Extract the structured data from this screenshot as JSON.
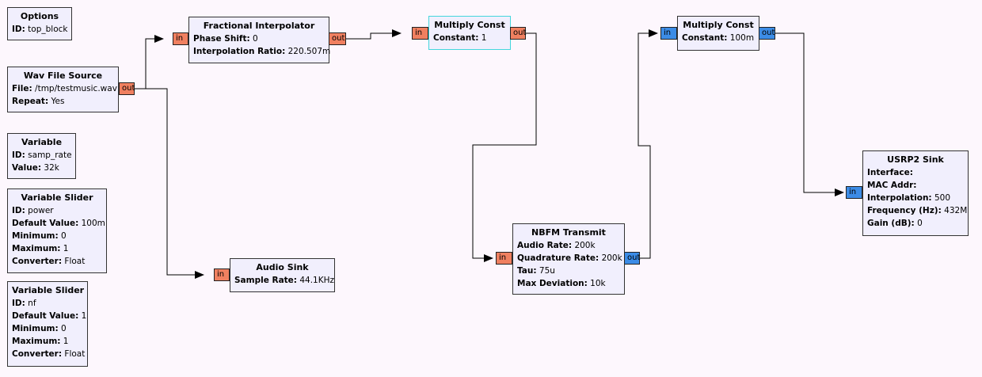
{
  "colors": {
    "canvas_bg": "#fdf7fd",
    "block_bg": "#f1effd",
    "selected_border": "#44d6dc",
    "port_complex": "#f08060",
    "port_float": "#3c8ce6",
    "wire": "#000000"
  },
  "blocks": {
    "options": {
      "title": "Options",
      "params": [
        {
          "k": "ID:",
          "v": " top_block"
        }
      ]
    },
    "wav": {
      "title": "Wav File Source",
      "params": [
        {
          "k": "File:",
          "v": " /tmp/testmusic.wav"
        },
        {
          "k": "Repeat:",
          "v": " Yes"
        }
      ]
    },
    "variable": {
      "title": "Variable",
      "params": [
        {
          "k": "ID:",
          "v": " samp_rate"
        },
        {
          "k": "Value:",
          "v": " 32k"
        }
      ]
    },
    "slider_power": {
      "title": "Variable Slider",
      "params": [
        {
          "k": "ID:",
          "v": " power"
        },
        {
          "k": "Default Value:",
          "v": " 100m"
        },
        {
          "k": "Minimum:",
          "v": " 0"
        },
        {
          "k": "Maximum:",
          "v": " 1"
        },
        {
          "k": "Converter:",
          "v": " Float"
        }
      ]
    },
    "slider_nf": {
      "title": "Variable Slider",
      "params": [
        {
          "k": "ID:",
          "v": " nf"
        },
        {
          "k": "Default Value:",
          "v": " 1"
        },
        {
          "k": "Minimum:",
          "v": " 0"
        },
        {
          "k": "Maximum:",
          "v": " 1"
        },
        {
          "k": "Converter:",
          "v": " Float"
        }
      ]
    },
    "frac": {
      "title": "Fractional Interpolator",
      "params": [
        {
          "k": "Phase Shift:",
          "v": " 0"
        },
        {
          "k": "Interpolation Ratio:",
          "v": " 220.507m"
        }
      ]
    },
    "mult1": {
      "title": "Multiply Const",
      "params": [
        {
          "k": "Constant:",
          "v": " 1"
        }
      ]
    },
    "audio_sink": {
      "title": "Audio Sink",
      "params": [
        {
          "k": "Sample Rate:",
          "v": " 44.1KHz"
        }
      ]
    },
    "nbfm": {
      "title": "NBFM Transmit",
      "params": [
        {
          "k": "Audio Rate:",
          "v": " 200k"
        },
        {
          "k": "Quadrature Rate:",
          "v": " 200k"
        },
        {
          "k": "Tau:",
          "v": " 75u"
        },
        {
          "k": "Max Deviation:",
          "v": " 10k"
        }
      ]
    },
    "mult2": {
      "title": "Multiply Const",
      "params": [
        {
          "k": "Constant:",
          "v": " 100m"
        }
      ]
    },
    "usrp2": {
      "title": "USRP2 Sink",
      "params": [
        {
          "k": "Interface:",
          "v": ""
        },
        {
          "k": "MAC Addr:",
          "v": ""
        },
        {
          "k": "Interpolation:",
          "v": " 500"
        },
        {
          "k": "Frequency (Hz):",
          "v": " 432M"
        },
        {
          "k": "Gain (dB):",
          "v": " 0"
        }
      ]
    }
  },
  "ports": {
    "in": "in",
    "out": "out"
  }
}
